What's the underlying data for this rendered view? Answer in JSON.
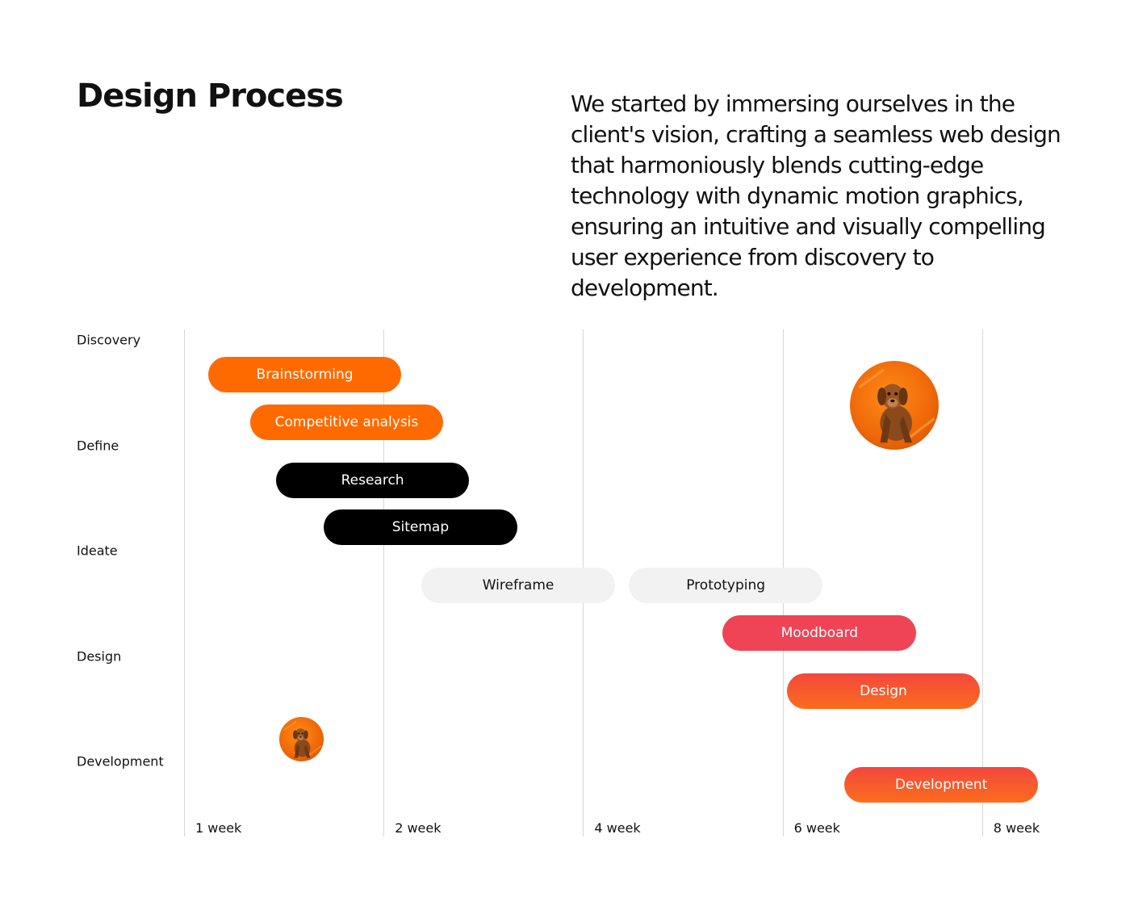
{
  "header": {
    "title": "Design Process",
    "intro": "We started by immersing ourselves in the client's vision, crafting a seamless web design that harmoniously blends cutting-edge technology with dynamic motion graphics, ensuring an intuitive and visually compelling user experience from discovery to development."
  },
  "colors": {
    "orange": "#ff6a00",
    "black": "#000000",
    "light_gray": "#f2f2f2",
    "red": "#ef4356",
    "gradient_start": "#f4473e",
    "gradient_end": "#fb6d1c",
    "gridline": "#d6d6d6"
  },
  "chart_data": {
    "type": "gantt",
    "title": "Design Process",
    "phases": [
      "Discovery",
      "Define",
      "Ideate",
      "Design",
      "Development"
    ],
    "x_ticks": [
      "1 week",
      "2 week",
      "4 week",
      "6 week",
      "8 week"
    ],
    "x_unit": "tick index (0 = 1 week, 4 = 8 week)",
    "tasks": [
      {
        "label": "Brainstorming",
        "start": 0.12,
        "end": 1.09,
        "row": 0.33,
        "style": "orange"
      },
      {
        "label": "Competitive analysis",
        "start": 0.33,
        "end": 1.3,
        "row": 0.78,
        "style": "orange"
      },
      {
        "label": "Research",
        "start": 0.46,
        "end": 1.43,
        "row": 1.33,
        "style": "black"
      },
      {
        "label": "Sitemap",
        "start": 0.7,
        "end": 1.67,
        "row": 1.78,
        "style": "black"
      },
      {
        "label": "Wireframe",
        "start": 1.19,
        "end": 2.16,
        "row": 2.33,
        "style": "light"
      },
      {
        "label": "Prototyping",
        "start": 2.23,
        "end": 3.2,
        "row": 2.33,
        "style": "light"
      },
      {
        "label": "Moodboard",
        "start": 2.7,
        "end": 3.67,
        "row": 2.78,
        "style": "red"
      },
      {
        "label": "Design",
        "start": 3.02,
        "end": 3.99,
        "row": 3.33,
        "style": "gradient"
      },
      {
        "label": "Development",
        "start": 3.31,
        "end": 4.28,
        "row": 4.22,
        "style": "gradient"
      }
    ],
    "avatars": [
      {
        "name": "dog-photo-large",
        "x": 3.56,
        "row": 0.62,
        "size": "large"
      },
      {
        "name": "dog-photo-small",
        "x": 0.59,
        "row": 3.79,
        "size": "small"
      }
    ],
    "grid": true
  }
}
